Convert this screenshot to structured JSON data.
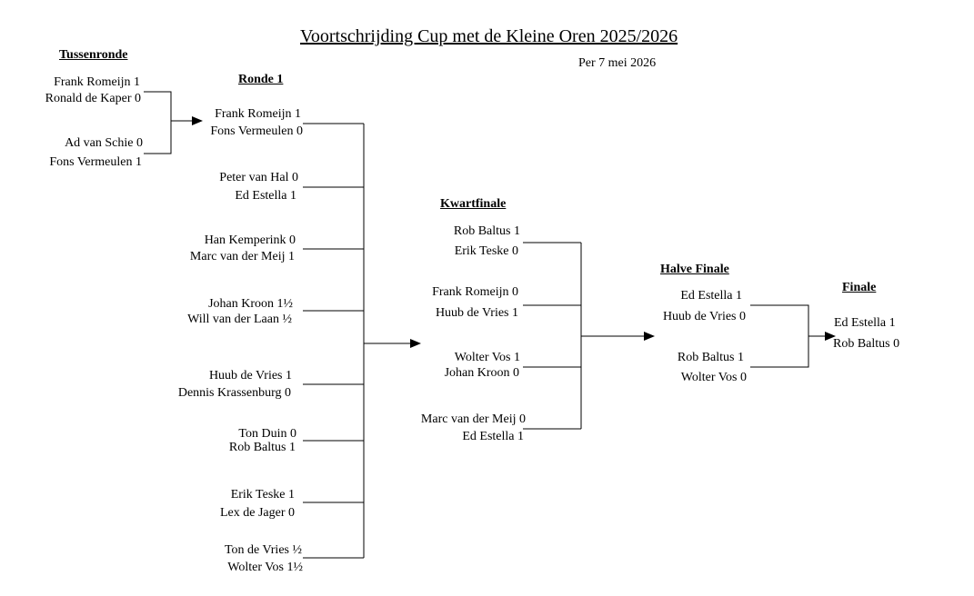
{
  "title": "Voortschrijding Cup met de Kleine Oren 2025/2026",
  "date": "Per 7 mei 2026",
  "rounds": {
    "tussenronde": "Tussenronde",
    "ronde1": "Ronde 1",
    "kwartfinale": "Kwartfinale",
    "halve_finale": "Halve Finale",
    "finale": "Finale"
  },
  "tussenronde": [
    [
      "Frank Romeijn 1",
      "Ronald de Kaper 0"
    ],
    [
      "Ad van Schie 0",
      "Fons Vermeulen 1"
    ]
  ],
  "ronde1": [
    [
      "Frank Romeijn 1",
      "Fons Vermeulen 0"
    ],
    [
      "Peter van Hal 0",
      "Ed Estella 1"
    ],
    [
      "Han Kemperink 0",
      "Marc van der Meij 1"
    ],
    [
      "Johan Kroon 1½",
      "Will van der Laan ½"
    ],
    [
      "Huub de Vries 1",
      "Dennis Krassenburg 0"
    ],
    [
      "Ton Duin 0",
      "Rob Baltus 1"
    ],
    [
      "Erik Teske 1",
      "Lex de Jager 0"
    ],
    [
      "Ton de Vries  ½",
      "Wolter Vos  1½"
    ]
  ],
  "kwartfinale": [
    [
      "Rob Baltus 1",
      "Erik Teske 0"
    ],
    [
      "Frank Romeijn 0",
      "Huub de Vries 1"
    ],
    [
      "Wolter Vos 1",
      "Johan Kroon 0"
    ],
    [
      "Marc van der Meij  0",
      "Ed Estella 1"
    ]
  ],
  "halve_finale": [
    [
      "Ed Estella 1",
      "Huub de Vries 0"
    ],
    [
      "Rob Baltus 1",
      "Wolter Vos  0"
    ]
  ],
  "finale": [
    "Ed Estella  1",
    "Rob Baltus 0"
  ]
}
